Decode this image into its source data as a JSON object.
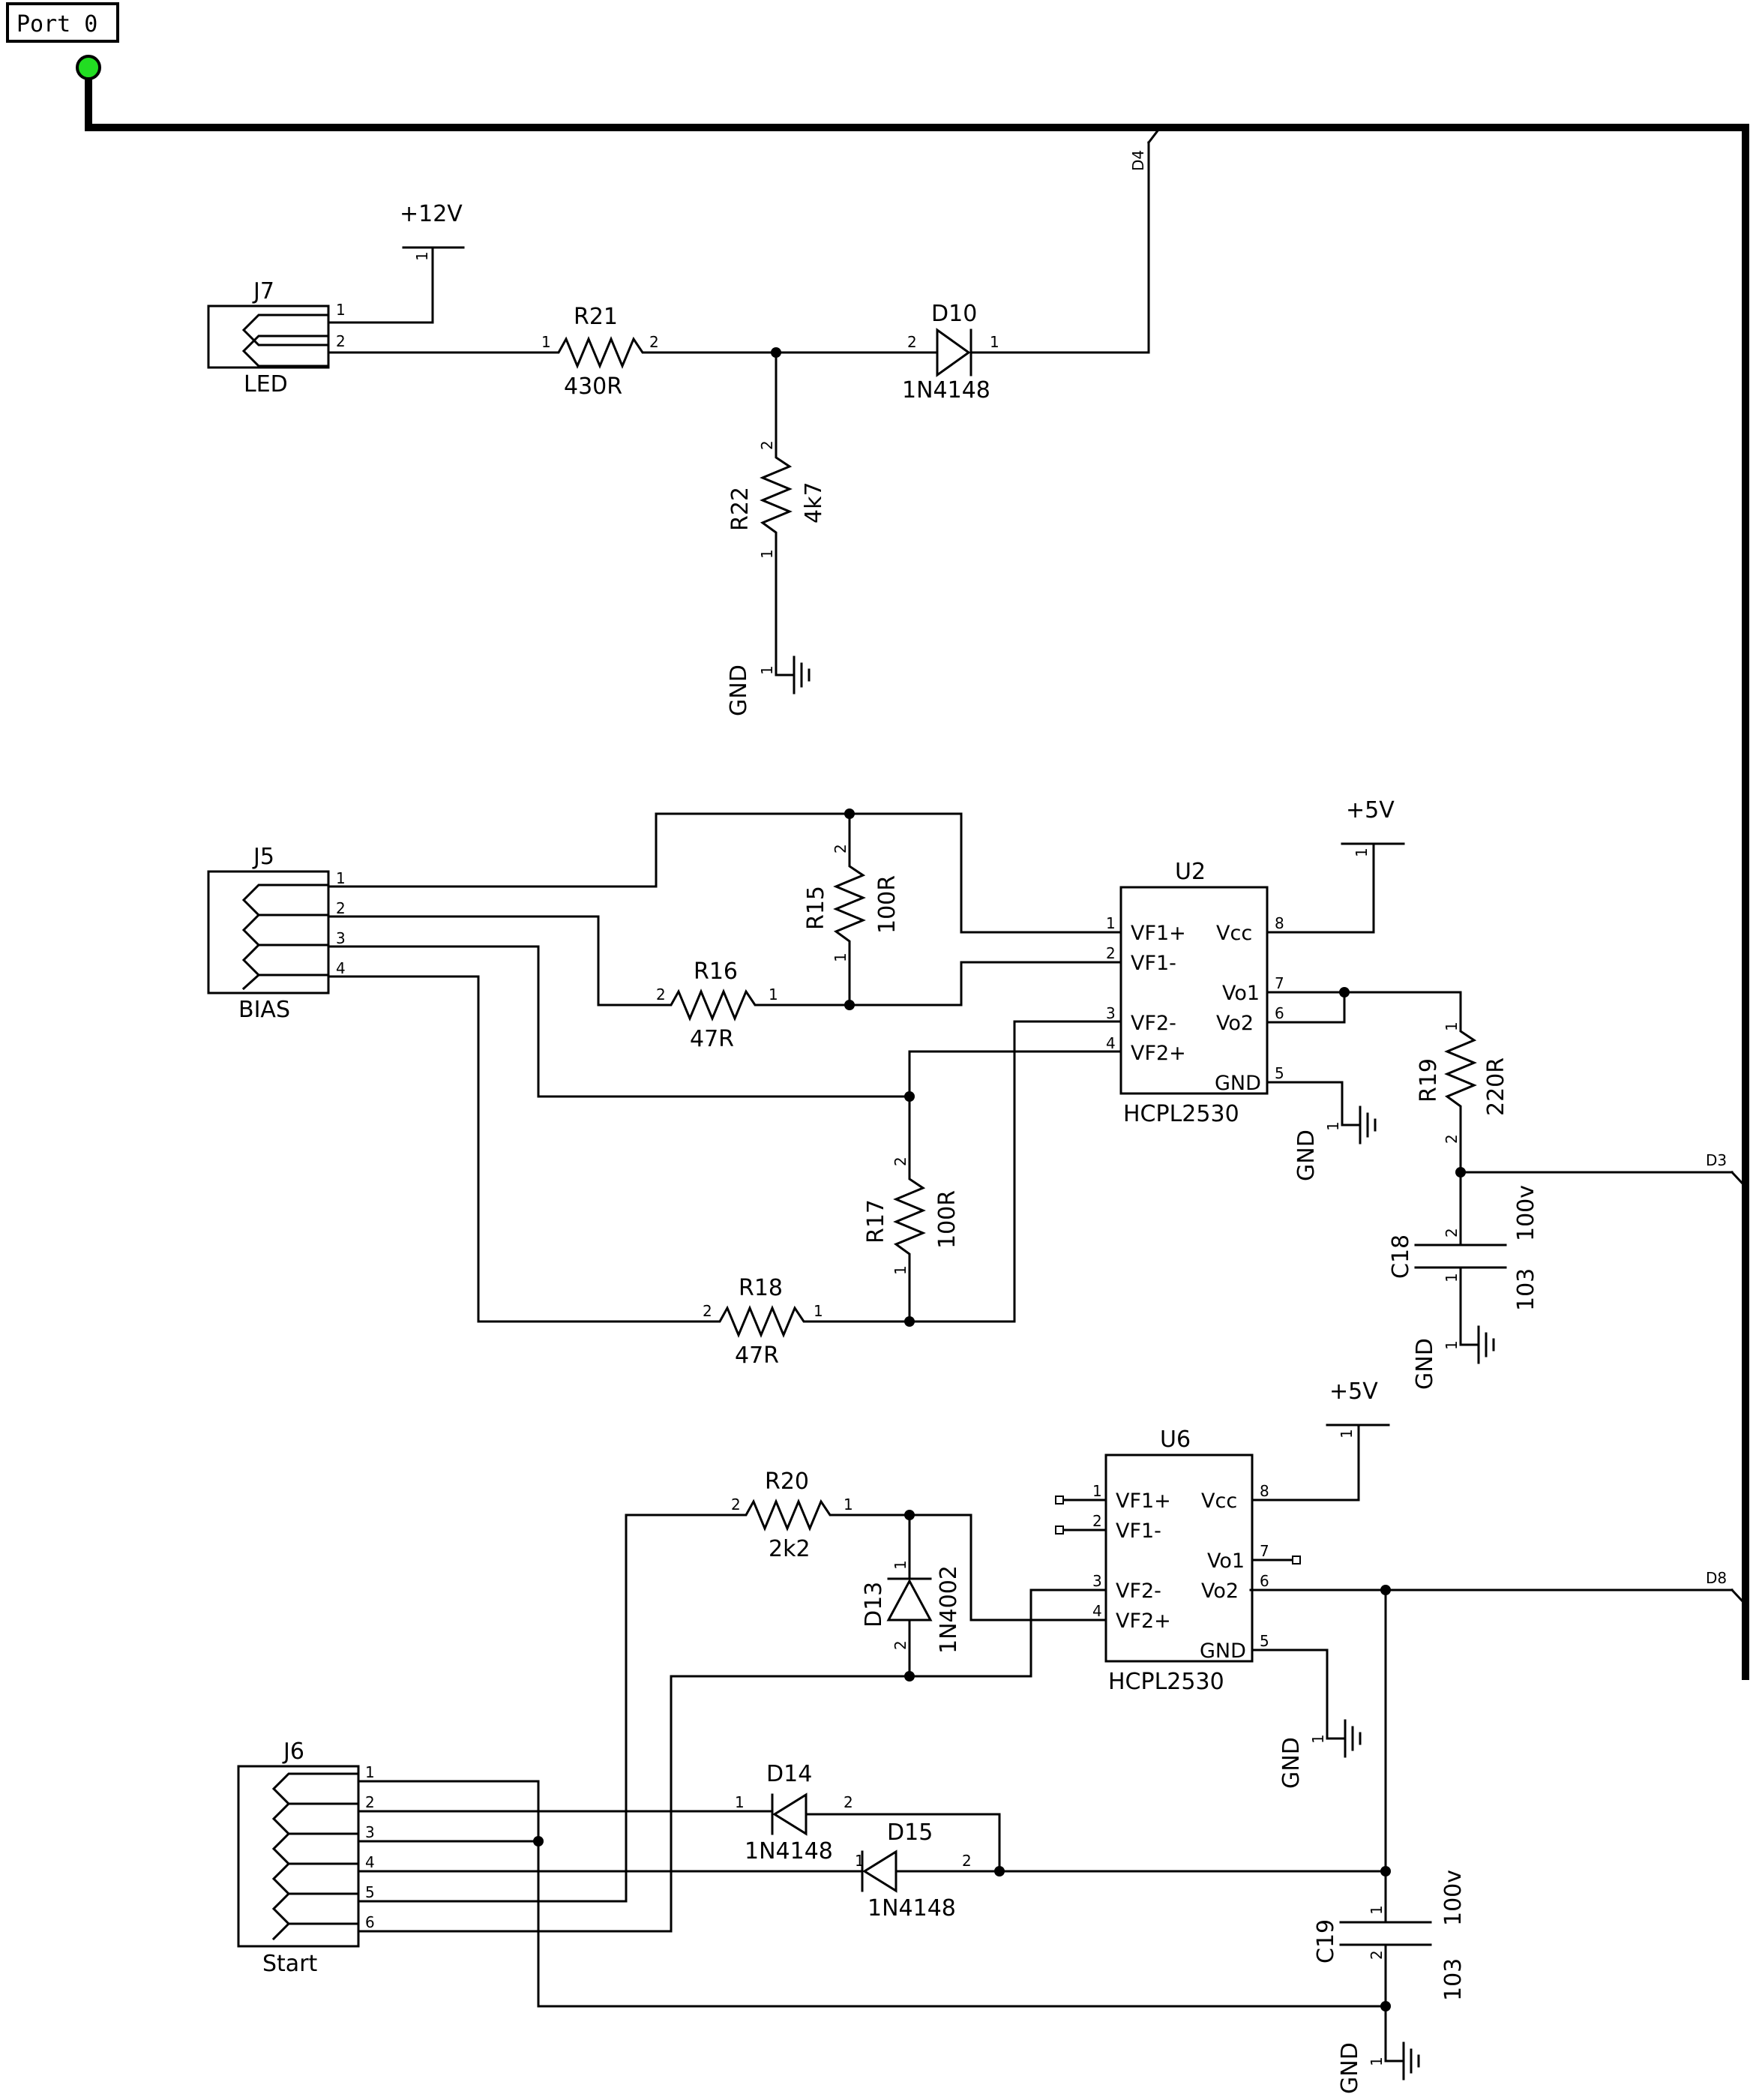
{
  "port": {
    "label": "Port 0",
    "indicator_color": "#22dd22"
  },
  "power": {
    "v12": "+12V",
    "v5_u2": "+5V",
    "v5_u6": "+5V",
    "gnd": "GND"
  },
  "nets": {
    "d4": "D4",
    "d3": "D3",
    "d8": "D8"
  },
  "components": {
    "J7": {
      "ref": "J7",
      "name": "LED"
    },
    "J5": {
      "ref": "J5",
      "name": "BIAS"
    },
    "J6": {
      "ref": "J6",
      "name": "Start"
    },
    "R21": {
      "ref": "R21",
      "value": "430R"
    },
    "R22": {
      "ref": "R22",
      "value": "4k7"
    },
    "R15": {
      "ref": "R15",
      "value": "100R"
    },
    "R16": {
      "ref": "R16",
      "value": "47R"
    },
    "R17": {
      "ref": "R17",
      "value": "100R"
    },
    "R18": {
      "ref": "R18",
      "value": "47R"
    },
    "R19": {
      "ref": "R19",
      "value": "220R"
    },
    "R20": {
      "ref": "R20",
      "value": "2k2"
    },
    "D10": {
      "ref": "D10",
      "value": "1N4148"
    },
    "D13": {
      "ref": "D13",
      "value": "1N4002"
    },
    "D14": {
      "ref": "D14",
      "value": "1N4148"
    },
    "D15": {
      "ref": "D15",
      "value": "1N4148"
    },
    "C18": {
      "ref": "C18",
      "value": "103",
      "rating": "100v"
    },
    "C19": {
      "ref": "C19",
      "value": "103",
      "rating": "100v"
    },
    "U2": {
      "ref": "U2",
      "part": "HCPL2530"
    },
    "U6": {
      "ref": "U6",
      "part": "HCPL2530"
    }
  },
  "ic_pins": [
    "VF1+",
    "VF1-",
    "VF2-",
    "VF2+",
    "GND",
    "Vo2",
    "Vo1",
    "Vcc"
  ],
  "pin_numbers": [
    "1",
    "2",
    "3",
    "4",
    "5",
    "6",
    "7",
    "8"
  ]
}
